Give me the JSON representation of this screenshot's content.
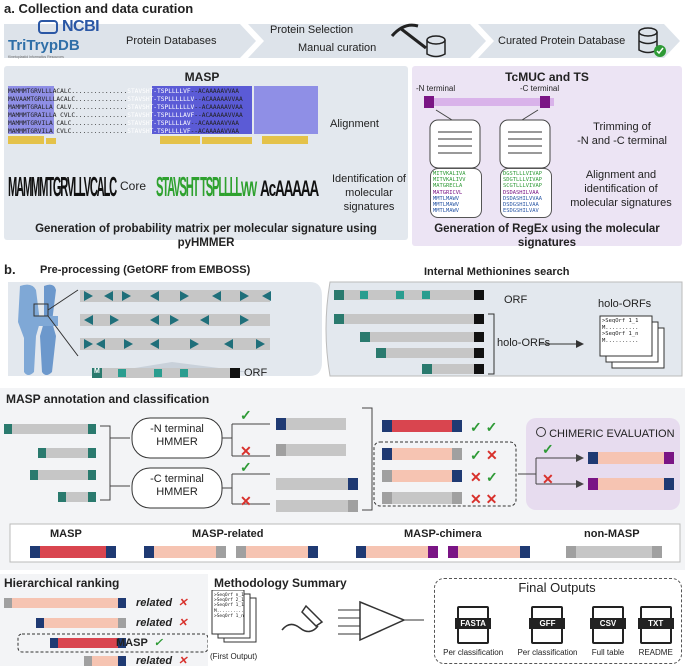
{
  "section_a": {
    "title": "a. Collection and data curation",
    "logos": {
      "ncbi": "NCBI",
      "tritryp": "TriTrypDB",
      "tritryp_sub": "Kinetoplastid Informatics Resources"
    },
    "flow": [
      "Protein Databases",
      "Protein Selection",
      "Manual curation",
      "Curated Protein Database"
    ],
    "masp": {
      "title": "MASP",
      "alignment_label": "Alignment",
      "seq_left": [
        "MAMMMTGRVLLLACALC",
        "MAVAAMTGRVLLLACALC",
        "MAMMMTGRALLA CALV",
        "MAMMMTGRAILLA CVLC",
        "MAMMMTGRVILA CALC",
        "MAMMMTGRVILA CVLC"
      ],
      "seq_mid": [
        "STAVSHT-TSPLLLLVF",
        "STAVSHT-TSPLLLLLLV",
        "STAVSHT-TSPLLLLLLV",
        "STAVSHT-TSPLLLLAVF",
        "STAVSHT-TSPLLLLAV",
        "STAVSHT-TSPLLLLVF"
      ],
      "seq_right": [
        "ACAAAAAVVAA",
        "ACAAAAAVVAA",
        "ACAAAAAVVAA",
        "ACAAAAAVVAA",
        "ACAAAAAVVAA",
        "ACAAAAAVVAA"
      ],
      "logo_left": "MAMMMTGRVLLVCALC",
      "core_label": "Core",
      "logo_mid": "STAVSHT TSPLLLLvvv",
      "logo_right": "AcAAAAA",
      "identification_label": [
        "Identification of",
        "molecular",
        "signatures"
      ],
      "footer": [
        "Generation of probability matrix per molecular signature using",
        "pyHMMER"
      ]
    },
    "tcmuc": {
      "title": "TcMUC and TS",
      "n_terminal": "-N terminal",
      "c_terminal": "-C terminal",
      "trimming_label": [
        "Trimming of",
        "-N and -C terminal"
      ],
      "seq_left": [
        "MITVKALIVA",
        "MITVKALIVV",
        "MATGRECLA",
        "MATGRICVL",
        "MMTLMAWV",
        "MMTLMAWV",
        "MMTLMAWV"
      ],
      "seq_right": [
        "DGSTLLLVIVAP",
        "SDGTLLLVIVAP",
        "SCGTLLLVIVAP",
        "DSDASHILVAA",
        "DSDASHILVVAA",
        "DSDGSHILVAA",
        "ESDGSHILVAV"
      ],
      "align_label": [
        "Alignment and",
        "identification of",
        "molecular signatures"
      ],
      "footer": [
        "Generation of RegEx using the molecular",
        "signatures"
      ]
    }
  },
  "section_b": {
    "title": "b.",
    "preprocessing_title": "Pre-processing (GetORF from EMBOSS)",
    "orf_label": "ORF",
    "internal_title": "Internal Methionines search",
    "orf_label2": "ORF",
    "holo_label": "holo-ORFs",
    "holo_label2": "holo-ORFs",
    "seq_cards": [
      ">SeqOrf n_1",
      ">SeqOrf 2_1",
      ">SeqOrf 1_1",
      "M..........",
      ">SeqOrf 1_n",
      "M.........."
    ],
    "m_letter": "M",
    "annotation_title": "MASP annotation and classification",
    "hmmer_n": [
      "-N terminal",
      "HMMER"
    ],
    "hmmer_c": [
      "-C terminal",
      "HMMER"
    ],
    "chimeric": "CHIMERIC EVALUATION",
    "categories": [
      "MASP",
      "MASP-related",
      "MASP-chimera",
      "non-MASP"
    ],
    "ranking_title": "Hierarchical ranking",
    "ranking_rows": [
      {
        "label": "related",
        "mark": "✕"
      },
      {
        "label": "related",
        "mark": "✕"
      },
      {
        "label": "MASP",
        "mark": "✓"
      },
      {
        "label": "related",
        "mark": "✕"
      }
    ],
    "summary_title": "Methodology Summary",
    "first_output": "(First Output)",
    "final_title": "Final Outputs",
    "outputs": [
      {
        "icon": "FASTA",
        "label": "Per classification"
      },
      {
        "icon": "GFF",
        "label": "Per classification"
      },
      {
        "icon": "CSV",
        "label": "Full table"
      },
      {
        "icon": "TXT",
        "label": "README"
      }
    ]
  },
  "colors": {
    "navy": "#1f3a73",
    "red": "#d9454f",
    "salmon": "#f6c4b2",
    "gray": "#a0a0a0",
    "purple": "#7a1585",
    "teal": "#2a9d8f",
    "check": "#2e9a36",
    "cross": "#d8312c"
  }
}
